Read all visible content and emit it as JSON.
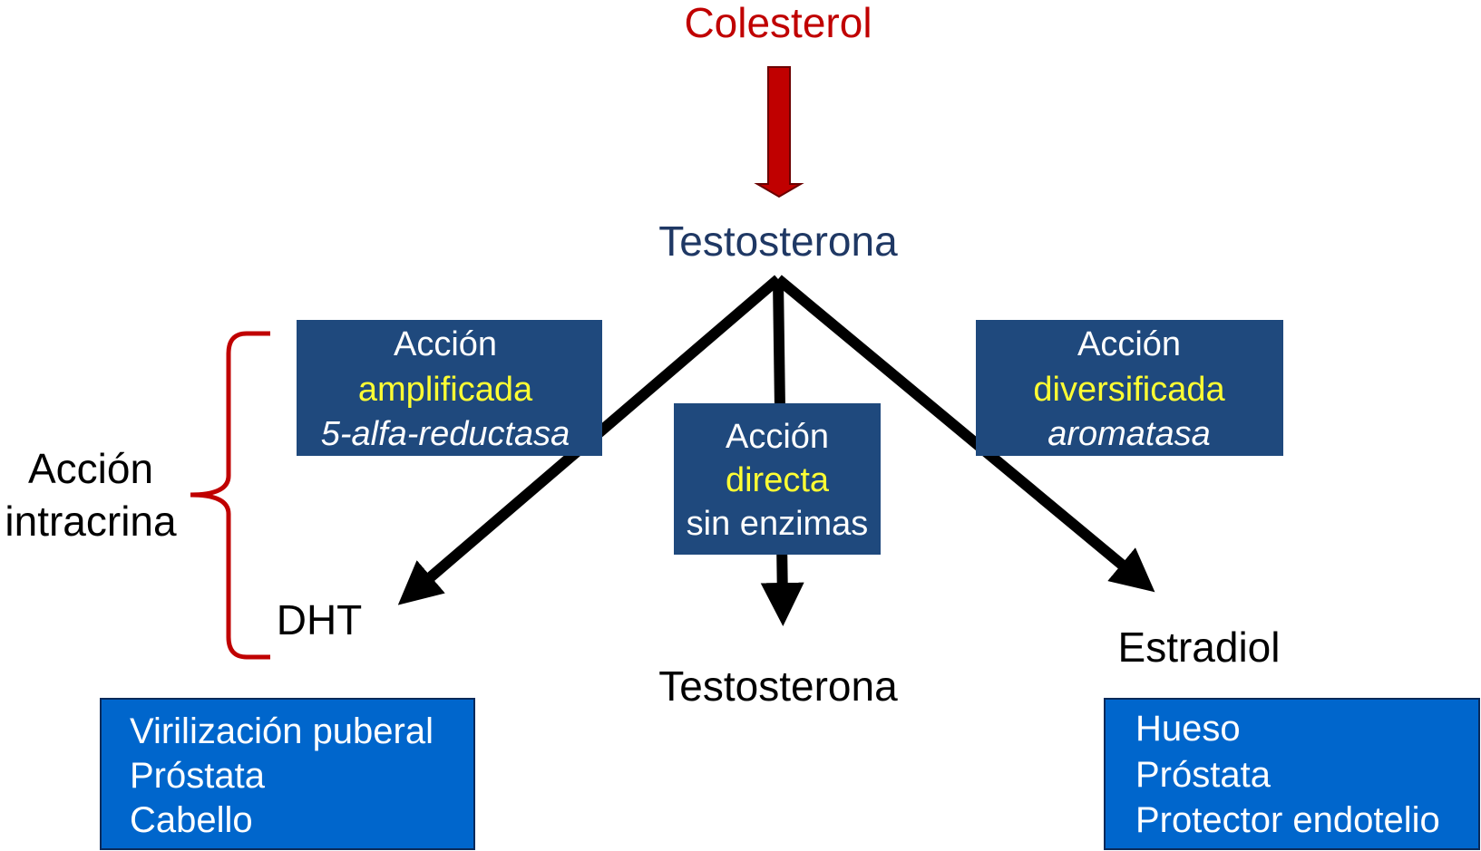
{
  "colors": {
    "source_red": "#c00000",
    "hormone_navy": "#1f3864",
    "action_box": "#1f497d",
    "effect_box": "#0066cc",
    "highlight_yellow": "#ffff33",
    "text_black": "#000000",
    "text_white": "#ffffff"
  },
  "nodes": {
    "source": "Colesterol",
    "hormone": "Testosterona",
    "dht": "DHT",
    "testosterone_out": "Testosterona",
    "estradiol": "Estradiol"
  },
  "actions": {
    "amplified": {
      "line1": "Acción",
      "line2": "amplificada",
      "line3": "5-alfa-reductasa"
    },
    "direct": {
      "line1": "Acción",
      "line2": "directa",
      "line3": "sin enzimas"
    },
    "diversified": {
      "line1": "Acción",
      "line2": "diversificada",
      "line3": "aromatasa"
    }
  },
  "intracrine": {
    "line1": "Acción",
    "line2": "intracrina"
  },
  "effects": {
    "dht": [
      "Virilización puberal",
      "Próstata",
      "Cabello"
    ],
    "estradiol": [
      "Hueso",
      "Próstata",
      "Protector endotelio"
    ]
  }
}
